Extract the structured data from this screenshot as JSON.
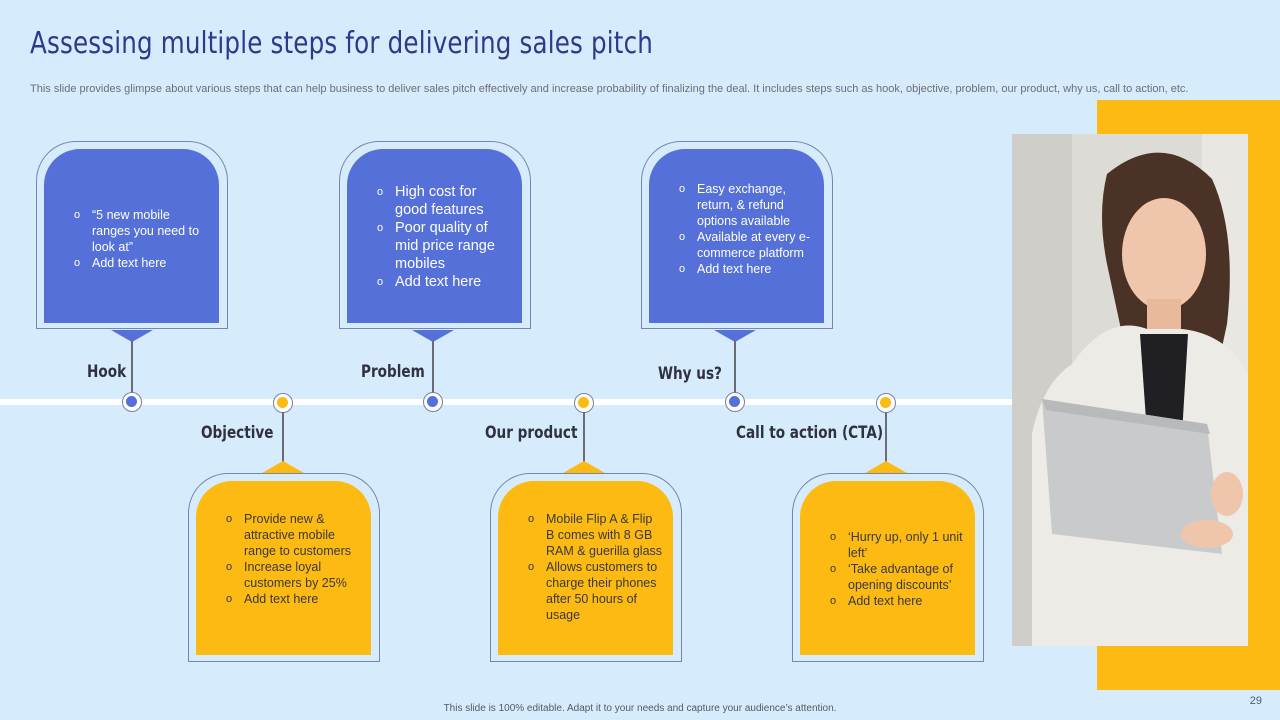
{
  "title": "Assessing multiple steps for delivering sales pitch",
  "subtitle": "This slide provides glimpse about various steps that can help business to deliver sales pitch effectively and increase probability of finalizing the deal. It includes steps such as hook, objective, problem, our product, why us, call to action, etc.",
  "steps": {
    "hook": {
      "label": "Hook",
      "items": [
        "“5 new mobile ranges you need to look at”",
        "Add text here"
      ]
    },
    "objective": {
      "label": "Objective",
      "items": [
        "Provide new & attractive mobile range to customers",
        "Increase loyal customers by 25%",
        "Add text here"
      ]
    },
    "problem": {
      "label": "Problem",
      "items": [
        "High cost for good features",
        "Poor quality of mid price range mobiles",
        "Add text here"
      ]
    },
    "product": {
      "label": "Our product",
      "items": [
        "Mobile Flip A & Flip B comes with 8 GB RAM & guerilla glass",
        "Allows customers to charge their phones after 50 hours of usage"
      ]
    },
    "whyus": {
      "label": "Why us?",
      "items": [
        "Easy exchange, return, & refund options available",
        "Available at every e-commerce platform",
        "Add text here"
      ]
    },
    "cta": {
      "label": "Call to action (CTA)",
      "items": [
        "‘Hurry up, only 1 unit left’",
        "‘Take advantage of opening discounts’",
        "Add text here"
      ]
    }
  },
  "colors": {
    "blue": "#5570d8",
    "yellow": "#fcba13",
    "background": "#d6ebfb",
    "title": "#2d3a8c"
  },
  "footer": "This slide is 100% editable. Adapt it to your needs and capture your audience’s attention.",
  "page_number": "29"
}
